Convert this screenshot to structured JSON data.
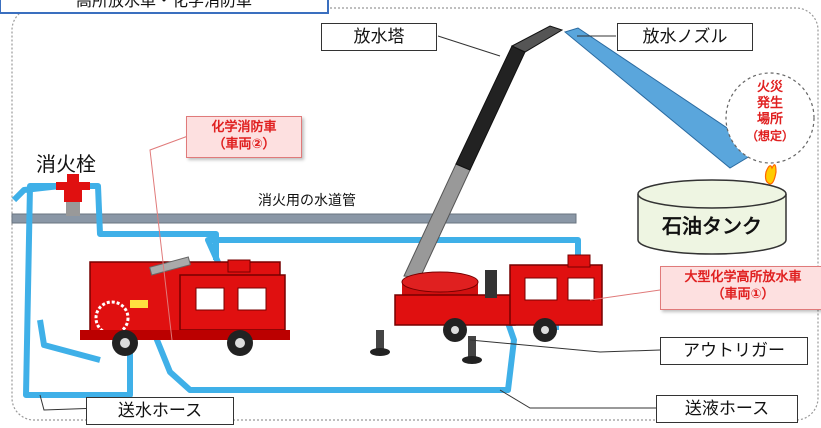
{
  "header": {
    "title": "高所放水車・化学消防車"
  },
  "labels": {
    "tower": "放水塔",
    "nozzle": "放水ノズル",
    "hydrant": "消火栓",
    "water_main": "消火用の水道管",
    "outrigger": "アウトリガー",
    "water_hose": "送水ホース",
    "liquid_hose": "送液ホース",
    "oil_tank": "石油タンク"
  },
  "vehicles": {
    "chem_truck_line1": "化学消防車",
    "chem_truck_line2": "（車両②）",
    "aerial_truck_line1": "大型化学高所放水車",
    "aerial_truck_line2": "（車両①）"
  },
  "fire": {
    "line1": "火災",
    "line2": "発生",
    "line3": "場所",
    "line4": "（想定）"
  },
  "colors": {
    "hose": "#3fb0e8",
    "truck_red": "#e01010",
    "water_spray": "#5aa6dc",
    "tank_fill": "#eef5e2",
    "label_red": "#e02020"
  }
}
